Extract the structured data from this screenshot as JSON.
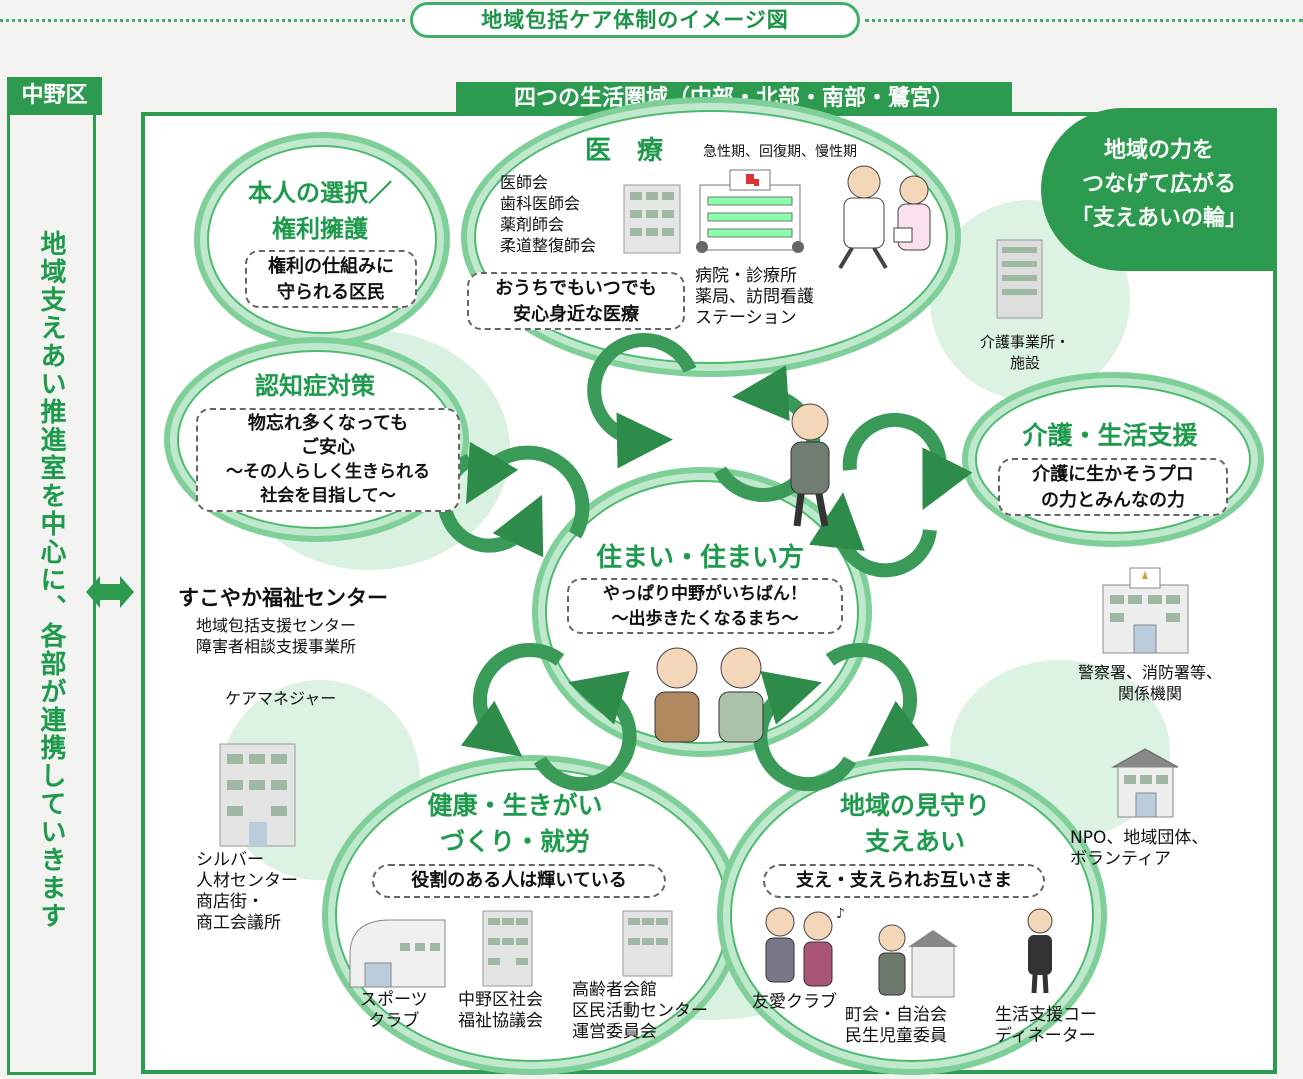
{
  "title": "地域包括ケア体制のイメージ図",
  "ward": {
    "label": "中野区",
    "vertical_text": "地域支えあい推進室を中心に、各部が連携していきます"
  },
  "areas_label": "四つの生活圏域（中部・北部・南部・鷺宮）",
  "power_tab": {
    "line1": "地域の力を",
    "line2": "つなげて広がる",
    "line3": "「支えあいの輪」"
  },
  "medical": {
    "title": "医　療",
    "subtitle": "急性期、回復期、慢性期",
    "orgs": [
      "医師会",
      "歯科医師会",
      "薬剤師会",
      "柔道整復師会"
    ],
    "facilities": [
      "病院・診療所",
      "薬局、訪問看護",
      "ステーション"
    ],
    "slogan_1": "おうちでもいつでも",
    "slogan_2": "安心身近な医療"
  },
  "rights": {
    "title_1": "本人の選択／",
    "title_2": "権利擁護",
    "slogan_1": "権利の仕組みに",
    "slogan_2": "守られる区民"
  },
  "dementia": {
    "title": "認知症対策",
    "slogan_1": "物忘れ多くなっても",
    "slogan_2": "ご安心",
    "slogan_3": "～その人らしく生きられる",
    "slogan_4": "社会を目指して～"
  },
  "care": {
    "title": "介護・生活支援",
    "slogan_1": "介護に生かそうプロ",
    "slogan_2": "の力とみんなの力",
    "facility_1": "介護事業所・",
    "facility_2": "施設"
  },
  "housing": {
    "title": "住まい・住まい方",
    "slogan_1": "やっぱり中野がいちばん！",
    "slogan_2": "～出歩きたくなるまち～"
  },
  "center": {
    "name": "すこやか福祉センター",
    "sub_1": "地域包括支援センター",
    "sub_2": "障害者相談支援事業所",
    "care_manager": "ケアマネジャー"
  },
  "police": {
    "line1": "警察署、消防署等、",
    "line2": "関係機関"
  },
  "npo": {
    "line1": "NPO、地域団体、",
    "line2": "ボランティア"
  },
  "health": {
    "title_1": "健康・生きがい",
    "title_2": "づくり・就労",
    "slogan": "役割のある人は輝いている",
    "left_1": "シルバー",
    "left_2": "人材センター",
    "left_3": "商店街・",
    "left_4": "商工会議所",
    "item_sports_1": "スポーツ",
    "item_sports_2": "クラブ",
    "item_council_1": "中野区社会",
    "item_council_2": "福祉協議会",
    "item_senior_1": "高齢者会館",
    "item_senior_2": "区民活動センター",
    "item_senior_3": "運営委員会"
  },
  "watch": {
    "title_1": "地域の見守り",
    "title_2": "支えあい",
    "slogan": "支え・支えられお互いさま",
    "item_club": "友愛クラブ",
    "item_town_1": "町会・自治会",
    "item_town_2": "民生児童委員",
    "item_coord_1": "生活支援コー",
    "item_coord_2": "ディネーター"
  },
  "colors": {
    "green_dark": "#2c9a4f",
    "green_text": "#1d9a4c",
    "green_light": "#b9e6c6"
  }
}
